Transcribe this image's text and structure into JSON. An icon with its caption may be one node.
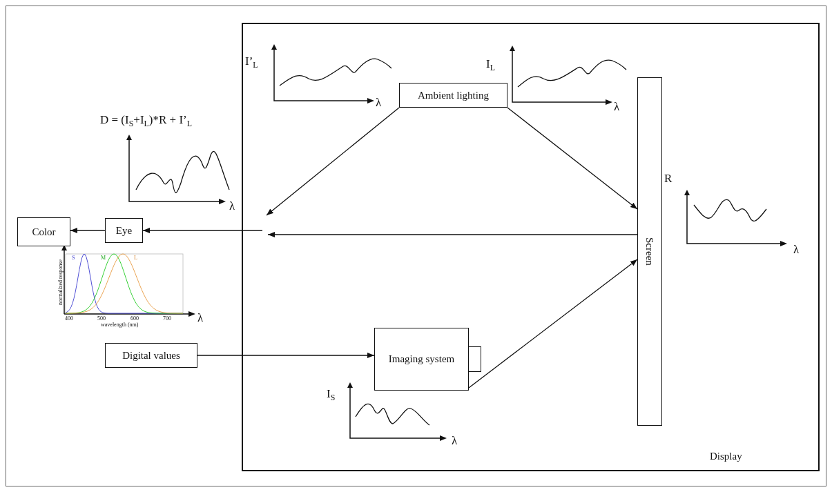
{
  "diagram": {
    "nodes": [
      {
        "text": [
          "Display"
        ]
      },
      {
        "text": [
          "Ambient lighting"
        ],
        "in": 0
      },
      {
        "text": [
          "Screen"
        ],
        "in": 0
      },
      {
        "text": [
          "Imaging system"
        ],
        "in": 0
      },
      {
        "text": [
          "Color"
        ]
      },
      {
        "text": [
          "Eye"
        ]
      },
      {
        "text": [
          "Digital values"
        ]
      }
    ],
    "edges": [
      {
        "from": 1,
        "to": null,
        "arrow": "to"
      },
      {
        "from": 1,
        "to": 2,
        "arrow": "to"
      },
      {
        "from": 3,
        "to": 2,
        "arrow": "to"
      },
      {
        "from": 2,
        "to": null,
        "arrow": "to"
      },
      {
        "from": null,
        "to": 5,
        "arrow": "to"
      },
      {
        "from": 5,
        "to": 4,
        "arrow": "to"
      },
      {
        "from": 6,
        "to": 3,
        "arrow": "to"
      }
    ],
    "labels": [
      "I’$_{L}$",
      "λ",
      "I$_{L}$",
      "λ",
      "D = (I$_{S}$+I$_{L}$)*R + I’$_{L}$",
      "λ",
      "R",
      "λ",
      "S",
      "M",
      "L",
      "normalized response",
      "400",
      "500",
      "600",
      "700",
      "wavelength (nm)",
      "λ",
      "I$_{S}$",
      "λ"
    ]
  }
}
